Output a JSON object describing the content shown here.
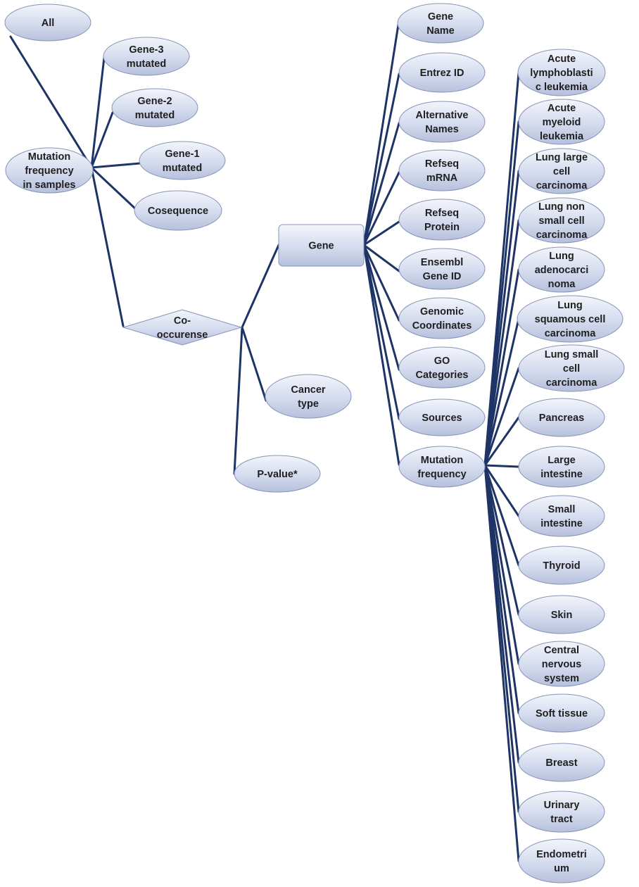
{
  "nodes": {
    "all": [
      "All"
    ],
    "gene3": [
      "Gene-3",
      "mutated"
    ],
    "gene2": [
      "Gene-2",
      "mutated"
    ],
    "gene1": [
      "Gene-1",
      "mutated"
    ],
    "mutfreq_samples": [
      "Mutation",
      "frequency",
      "in samples"
    ],
    "cosequence": [
      "Cosequence"
    ],
    "cooccurense": [
      "Co-",
      "occurense"
    ],
    "gene": [
      "Gene"
    ],
    "cancer_type": [
      "Cancer",
      "type"
    ],
    "pvalue": [
      "P-value*"
    ],
    "gene_name": [
      "Gene",
      "Name"
    ],
    "entrez_id": [
      "Entrez ID"
    ],
    "alt_names": [
      "Alternative",
      "Names"
    ],
    "refseq_mrna": [
      "Refseq",
      "mRNA"
    ],
    "refseq_protein": [
      "Refseq",
      "Protein"
    ],
    "ensembl": [
      "Ensembl",
      "Gene ID"
    ],
    "genomic_coords": [
      "Genomic",
      "Coordinates"
    ],
    "go_categories": [
      "GO",
      "Categories"
    ],
    "sources": [
      "Sources"
    ],
    "mutation_frequency": [
      "Mutation",
      "frequency"
    ],
    "all_leuk": [
      "Acute",
      "lymphoblasti",
      "c leukemia"
    ],
    "aml": [
      "Acute",
      "myeloid",
      "leukemia"
    ],
    "lung_large": [
      "Lung large",
      "cell",
      "carcinoma"
    ],
    "lung_nonsmall": [
      "Lung non",
      "small cell",
      "carcinoma"
    ],
    "lung_adeno": [
      "Lung",
      "adenocarci",
      "noma"
    ],
    "lung_squamous": [
      "Lung",
      "squamous cell",
      "carcinoma"
    ],
    "lung_small": [
      "Lung small",
      "cell",
      "carcinoma"
    ],
    "pancreas": [
      "Pancreas"
    ],
    "large_intestine": [
      "Large",
      "intestine"
    ],
    "small_intestine": [
      "Small",
      "intestine"
    ],
    "thyroid": [
      "Thyroid"
    ],
    "skin": [
      "Skin"
    ],
    "cns": [
      "Central",
      "nervous",
      "system"
    ],
    "soft_tissue": [
      "Soft tissue"
    ],
    "breast": [
      "Breast"
    ],
    "urinary_tract": [
      "Urinary",
      "tract"
    ],
    "endometrium": [
      "Endometri",
      "um"
    ]
  },
  "colors": {
    "edge": "#1e3466",
    "fill_top": "#f3f5fb",
    "fill_bottom": "#b7c0dc",
    "border": "#8794b8"
  }
}
